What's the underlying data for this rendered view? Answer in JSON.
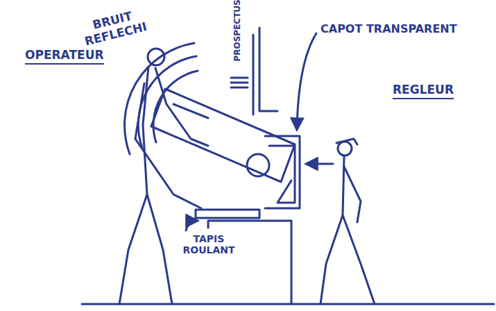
{
  "diagram": {
    "labels": [
      "BRUIT REFLECHI",
      "PROSPECTUS",
      "CAPOT TRANSPARENT",
      "OPERATEUR",
      "REGLEUR",
      "TAPIS ROULANT"
    ]
  }
}
